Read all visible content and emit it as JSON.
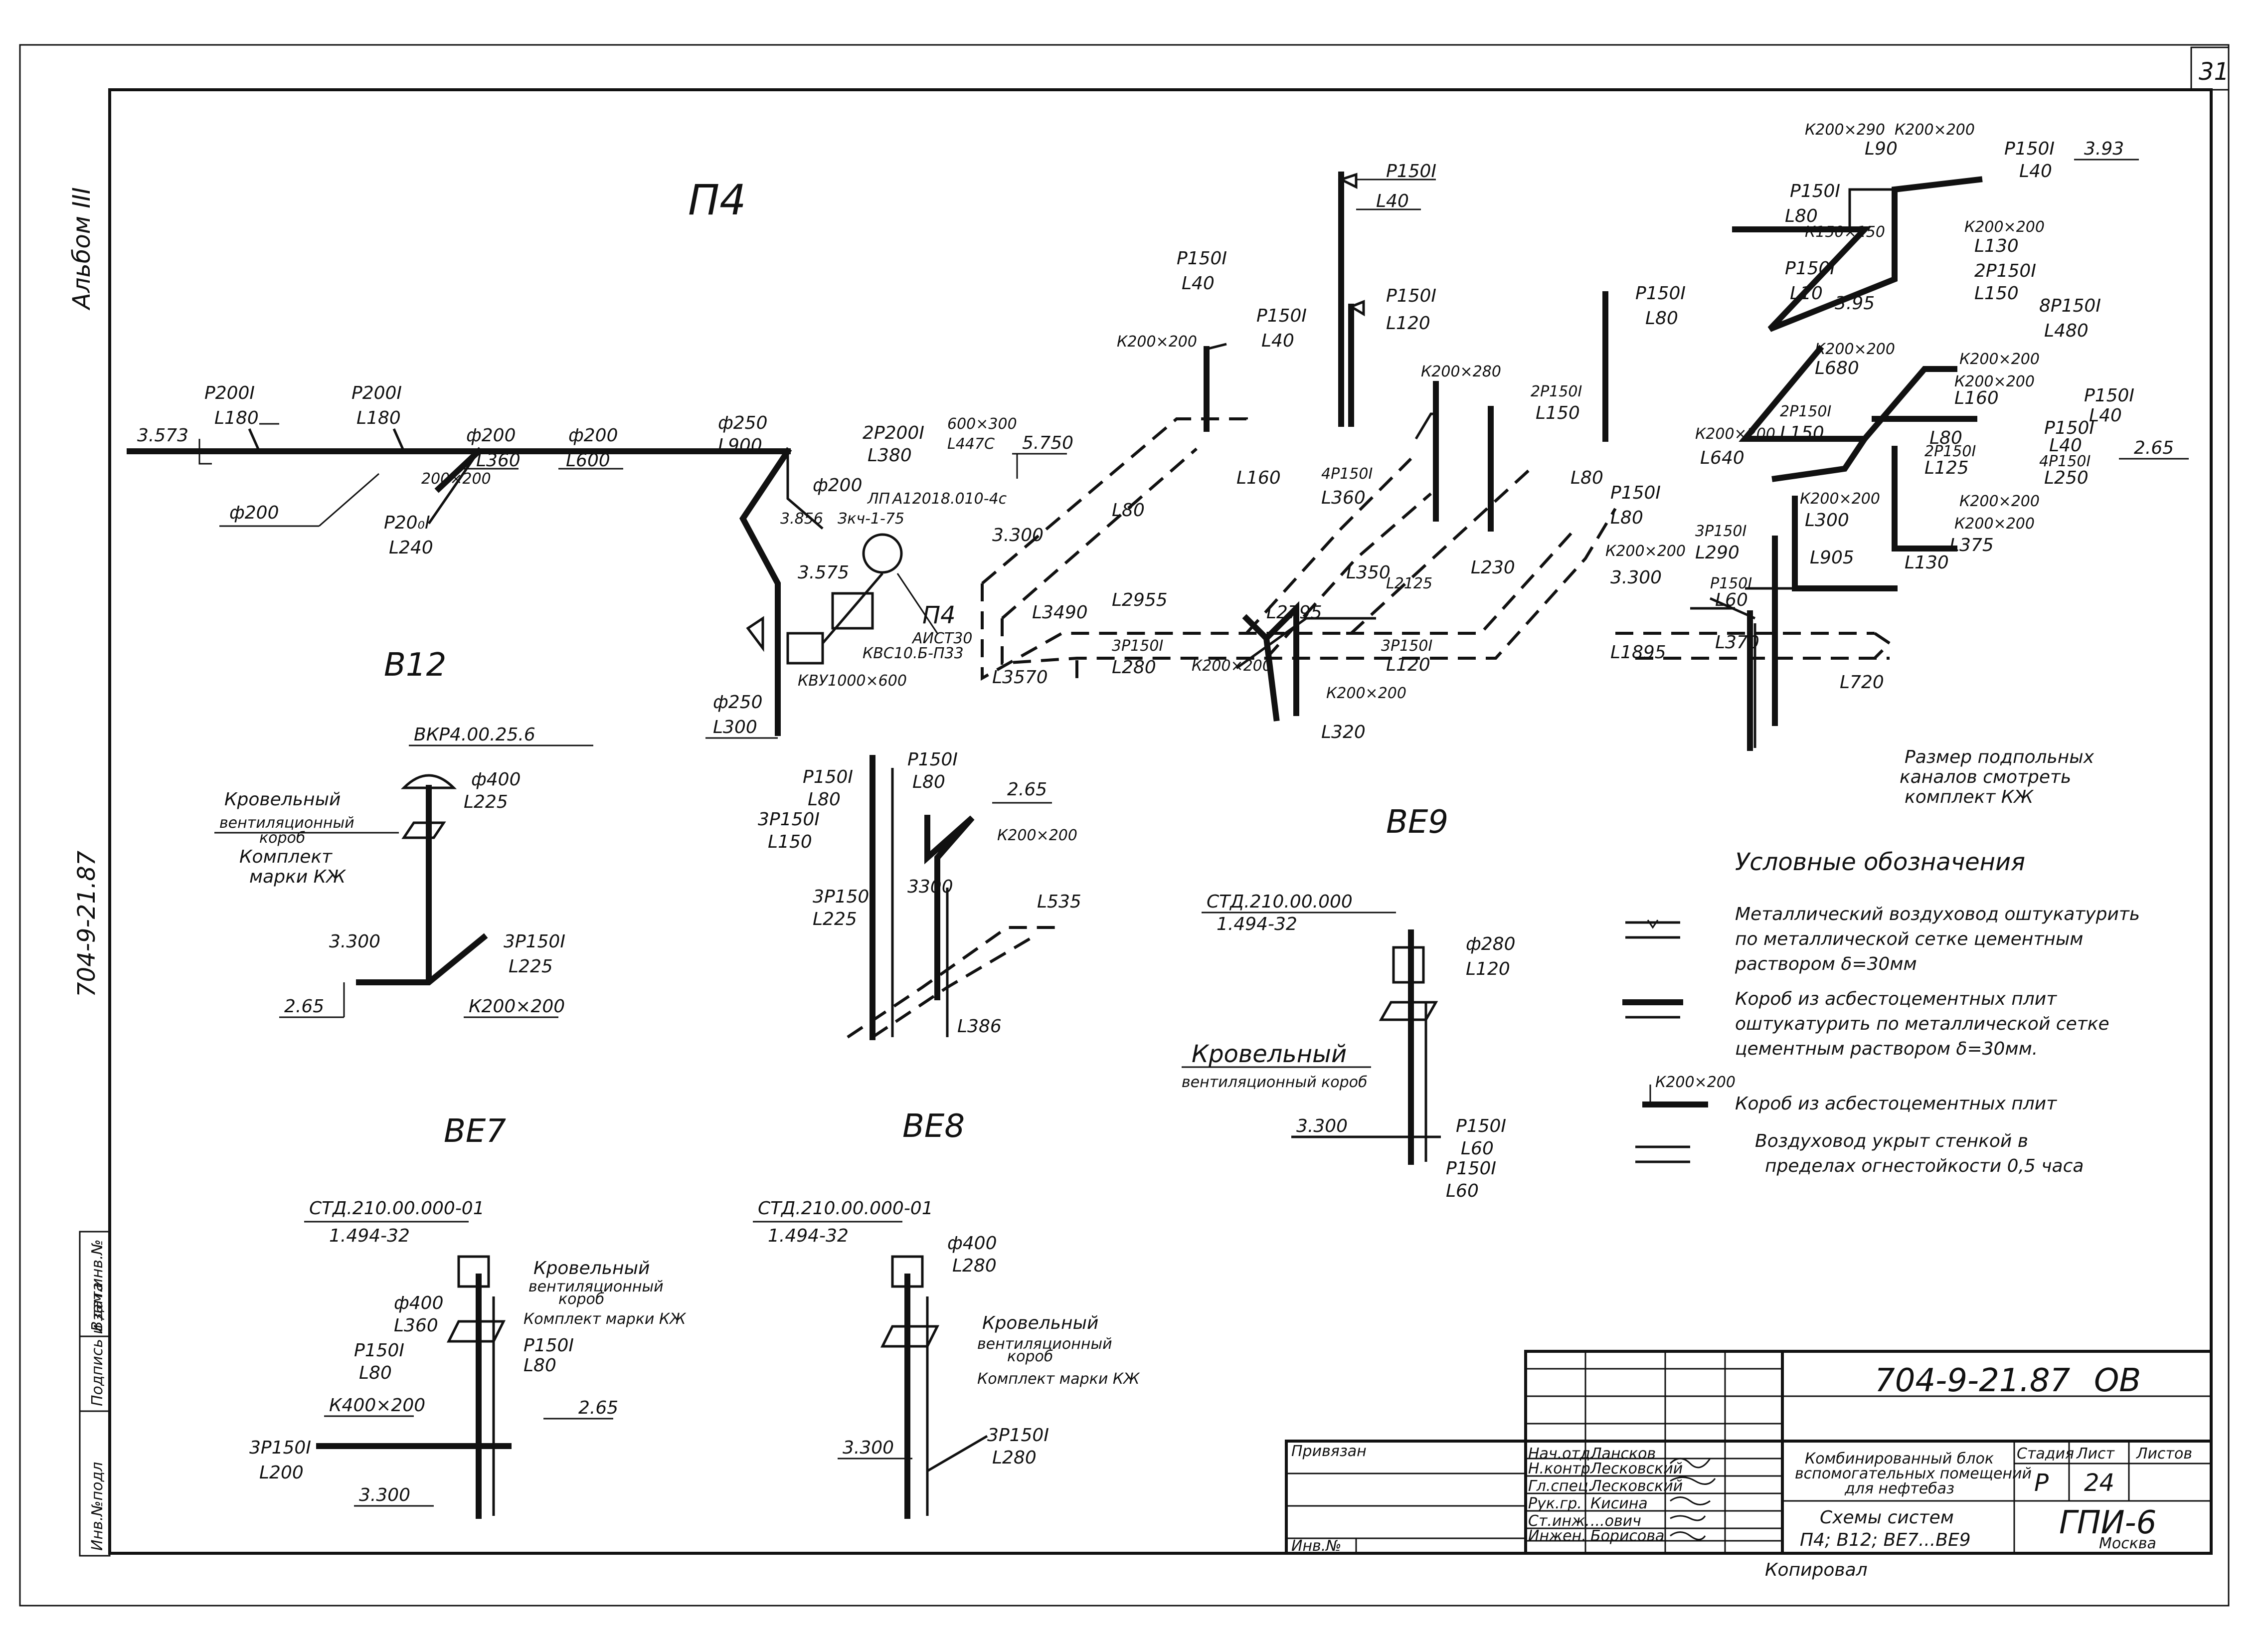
{
  "sheet": {
    "sheet_number": "31",
    "album": "Альбом III",
    "side_code": "704-9-21.87",
    "side_fields": [
      "Инв.№подл",
      "Подпись и дата",
      "Взам.инв.№"
    ]
  },
  "systems": {
    "p4": "П4",
    "v12": "В12",
    "ve7": "ВЕ7",
    "ve8": "ВЕ8",
    "ve9": "ВЕ9"
  },
  "labels": {
    "p4_main": {
      "l3573": "3.573",
      "p200_1": "Р200I",
      "l180_1": "L180",
      "p200_2": "Р200I",
      "l180_2": "L180",
      "phi200_a": "ф200",
      "l360": "L360",
      "phi200_b": "ф200",
      "l600": "L600",
      "sq200": "200×200",
      "p20_3": "Р20₀I",
      "l240": "L240",
      "phi200_c": "ф200",
      "phi250_t": "ф250",
      "l900": "L900",
      "phi200_d": "ф200",
      "p2_200": "2Р200I",
      "l380": "L380",
      "d600": "600×300",
      "l447": "L447С",
      "l5750": "5.750",
      "a1": "А12018.010-4с",
      "l3856": "3.856",
      "zkch": "Зкч-1-75",
      "lp": "ЛП",
      "l3575": "3.575",
      "p4_lbl": "П4",
      "aistz": "АИСТ30",
      "kvs": "КВС10.Б-П33",
      "kvu": "КВУ1000×600",
      "phi250_b": "ф250",
      "l300": "L300",
      "l3300_a": "3.300"
    },
    "duct_run": {
      "l80_a": "L80",
      "l2955": "L2955",
      "l3490": "L3490",
      "l3570": "L3570",
      "p3_150": "3Р150I",
      "l280": "L280",
      "k200_a": "К200×200",
      "l160": "L160",
      "l2795": "L2795",
      "l350": "L350",
      "l2125": "L2125",
      "p3_150_b": "3Р150I",
      "l120_a": "L120",
      "k200_b": "К200×200",
      "l320": "L320",
      "p4_150": "4Р150I",
      "l360_b": "L360",
      "l230": "L230",
      "l80_b": "L80",
      "p150_top1": "Р150I",
      "l40_top1": "L40",
      "p150_top2": "Р150I",
      "l40_top2": "L40",
      "k200_c": "К200×200",
      "p150_top3": "Р150I",
      "l40_top3": "L40",
      "p150_mid": "Р150I",
      "l120_mid": "L120",
      "k200_d": "К200×280",
      "p2_150_mid": "2Р150I",
      "l150_mid": "L150",
      "p150_r": "Р150I",
      "l80_r": "L80"
    },
    "right_block": {
      "k200_290": "К200×290",
      "k200_200t": "К200×200",
      "l90": "L90",
      "p150_a": "Р150I",
      "l40_a": "L40",
      "l393": "3.93",
      "p150_b": "Р150I",
      "l80_b": "L80",
      "k150": "К150×150",
      "k200_200b": "К200×200",
      "l130": "L130",
      "p150_c": "Р150I",
      "l10": "L10",
      "p2_150": "2Р150I",
      "l150": "L150",
      "l395": "3.95",
      "p8_150": "8Р150I",
      "l480": "L480",
      "k200_290b": "К200×200",
      "l680": "L680",
      "k200_c": "К200×200",
      "k200_d": "К200×200",
      "l160": "L160",
      "p2_150b": "2Р150I",
      "l150b": "L150",
      "k200_e": "К200×200",
      "l640": "L640",
      "p150_d": "Р150I",
      "l440": "L40",
      "l80_c": "L80",
      "p2_150c": "2Р150I",
      "l125": "L125",
      "p150_e": "Р150I",
      "l40_e": "L40",
      "p4_150": "4Р150I",
      "l250": "L250",
      "l265": "2.65",
      "p150_f": "Р150I",
      "l80_f": "L80",
      "l300": "L300",
      "k200_f": "К200×200",
      "k200_g": "К200×200",
      "l375": "L375",
      "k200_h": "К200×200",
      "l3300": "3.300",
      "p3_150": "3Р150I",
      "l290": "L290",
      "p150_g": "Р150I",
      "l60": "L60",
      "l905": "L905",
      "l370": "L370",
      "l1895": "L1895",
      "l720": "L720"
    },
    "v12": {
      "vkr": "ВКР4.00.25.6",
      "phi400": "ф400",
      "l225": "L225",
      "roof1": "Кровельный",
      "roof2": "вентиляционный",
      "roof3": "короб",
      "kompl1": "Комплект",
      "kompl2": "марки КЖ",
      "l3300": "3.300",
      "p3_150": "3Р150I",
      "l225b": "L225",
      "l265": "2.65",
      "k200": "К200×200"
    },
    "ve8_top": {
      "p150_a": "Р150I",
      "l80_a": "L80",
      "p150_b": "Р150I",
      "l80_b": "L80",
      "l265": "2.65",
      "p3_150": "3Р150I",
      "l150": "L150",
      "k200": "К200×200",
      "p3_150b": "3Р150I",
      "l225": "L225",
      "l3300": "3300",
      "l535": "L535",
      "l386": "L386"
    },
    "ve9": {
      "std": "СТД.210.00.000",
      "ref": "1.494-32",
      "phi280": "ф280",
      "l120": "L120",
      "roof1": "Кровельный",
      "roof2": "вентиляционный короб",
      "l3300": "3.300",
      "p150_a": "Р150I",
      "l60_a": "L60",
      "p150_b": "Р150I",
      "l60_b": "L60"
    },
    "ve7": {
      "std": "СТД.210.00.000-01",
      "ref": "1.494-32",
      "phi400": "ф400",
      "l360": "L360",
      "roof1": "Кровельный",
      "roof2": "вентиляционный",
      "roof3": "короб",
      "kompl": "Комплект марки КЖ",
      "p150_a": "Р150I",
      "l80_a": "L80",
      "p150_b": "Р150I",
      "l80_b": "L80",
      "k400": "К400×200",
      "l265": "2.65",
      "p3_150": "3Р150I",
      "l200": "L200",
      "l3300": "3.300"
    },
    "ve8_bottom": {
      "std": "СТД.210.00.000-01",
      "ref": "1.494-32",
      "phi400": "ф400",
      "l280": "L280",
      "roof1": "Кровельный",
      "roof2": "вентиляционный",
      "roof3": "короб",
      "kompl": "Комплект марки КЖ",
      "l3300": "3.300",
      "p3_150": "3Р150I",
      "l280b": "L280"
    },
    "note": [
      "Размер подпольных",
      "каналов смотреть",
      "комплект КЖ"
    ]
  },
  "legend": {
    "title": "Условные обозначения",
    "items": [
      [
        "Металлический воздуховод оштукатурить",
        "по металлической сетке цементным",
        "раствором δ=30мм"
      ],
      [
        "Короб из асбестоцементных плит",
        "оштукатурить по металлической сетке",
        "цементным раствором δ=30мм."
      ],
      [
        "Короб из асбестоцементных плит"
      ],
      [
        "Воздуховод укрыт стенкой в",
        "пределах огнестойкости 0,5 часа"
      ]
    ],
    "k200": "К200×200"
  },
  "title_block": {
    "code": "704-9-21.87",
    "section": "ОВ",
    "privyazan": "Привязан",
    "inv": "Инв.№",
    "roles": [
      "Нач.отд.",
      "Н.контр",
      "Гл.спец.",
      "Рук.гр.",
      "Ст.инж.",
      "Инжен."
    ],
    "names": [
      "Лансков",
      "Лесковский",
      "Лесковский",
      "Кисина",
      "...ович",
      "Борисова"
    ],
    "object": [
      "Комбинированный блок",
      "вспомогательных помещений",
      "для нефтебаз"
    ],
    "sheet_title": [
      "Схемы систем",
      "П4; В12; ВЕ7...ВЕ9"
    ],
    "stage_label": "Стадия",
    "sheet_label": "Лист",
    "sheets_label": "Листов",
    "stage": "Р",
    "sheet": "24",
    "org": "ГПИ-6",
    "city": "Москва",
    "copied": "Копировал"
  }
}
